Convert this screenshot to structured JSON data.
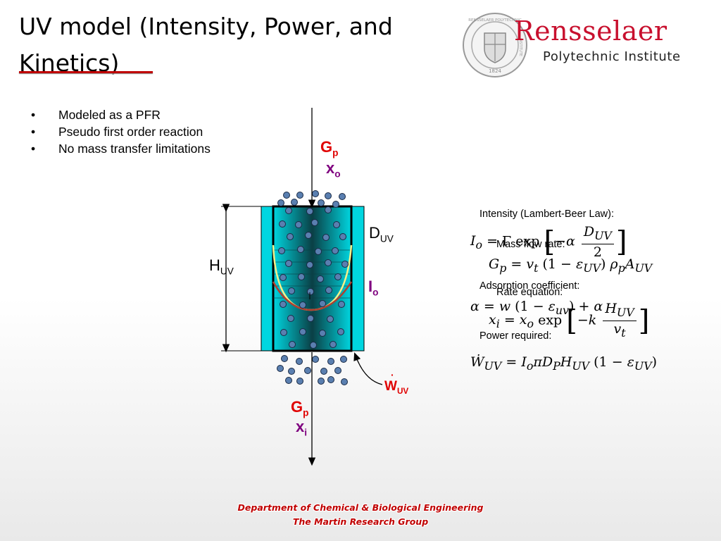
{
  "slide": {
    "title": "UV model (Intensity, Power, and Kinetics)"
  },
  "logo": {
    "name": "Rensselaer",
    "subtitle": "Polytechnic Institute",
    "seal_top_text": "RENSSELAER POLYTECHNIC",
    "seal_side_text": "INSTITUTE",
    "seal_year": "1824",
    "name_color": "#c8102e"
  },
  "bullets": [
    "Modeled as a PFR",
    "Pseudo first order reaction",
    "No mass transfer limitations"
  ],
  "diagram": {
    "inlet_flow": {
      "symbol": "G",
      "sub": "p"
    },
    "inlet_conc": {
      "symbol": "x",
      "sub": "o"
    },
    "outlet_flow": {
      "symbol": "G",
      "sub": "p"
    },
    "outlet_conc": {
      "symbol": "x",
      "sub": "i"
    },
    "height": {
      "symbol": "H",
      "sub": "UV"
    },
    "diameter": {
      "symbol": "D",
      "sub": "UV"
    },
    "intensity": {
      "symbol": "I",
      "sub": "o"
    },
    "power": {
      "symbol": "W",
      "sub": "UV"
    },
    "colors": {
      "reactor": "#00d6e0",
      "flow_label": "#e00000",
      "conc_label": "#7f007f",
      "particle": "#5a7fb0"
    }
  },
  "equations": {
    "intensity_label": "Intensity (Lambert-Beer Law):",
    "mass_flow_label": "Mass flow rate:",
    "absorption_label": "Adsorption coefficient:",
    "rate_label": "Rate equation:",
    "power_label": "Power required:"
  },
  "footer": {
    "line1": "Department of Chemical & Biological Engineering",
    "line2": "The Martin Research Group"
  }
}
